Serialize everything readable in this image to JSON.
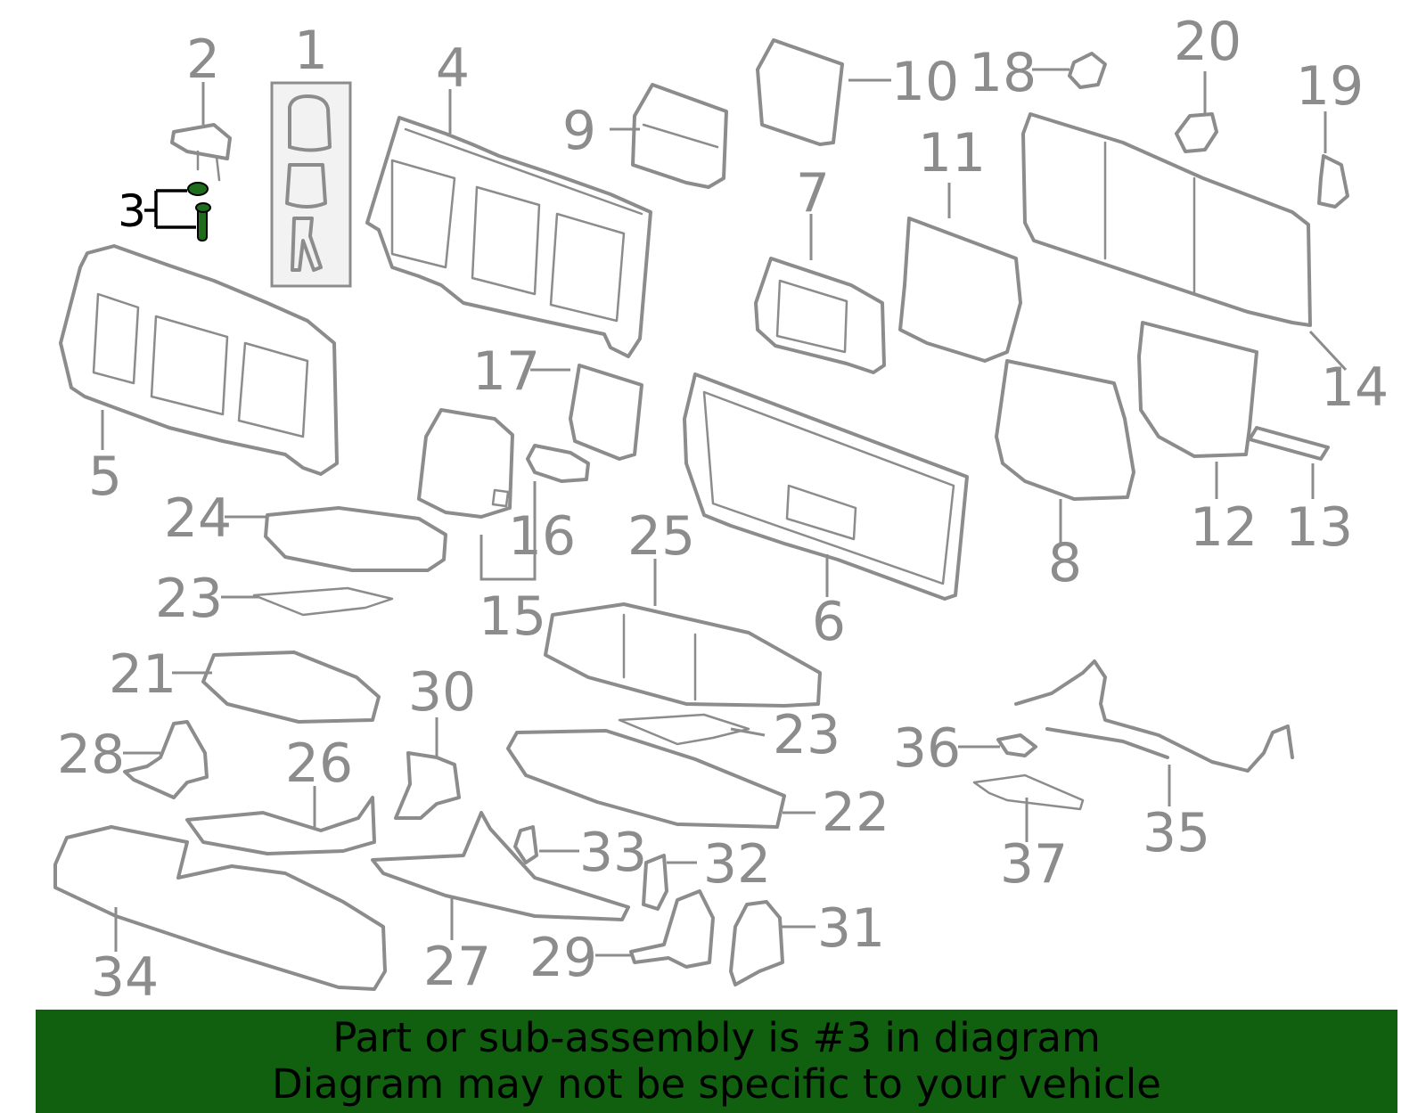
{
  "diagram": {
    "labels": [
      {
        "id": "1",
        "text": "1"
      },
      {
        "id": "2",
        "text": "2"
      },
      {
        "id": "3",
        "text": "3"
      },
      {
        "id": "4",
        "text": "4"
      },
      {
        "id": "5",
        "text": "5"
      },
      {
        "id": "6",
        "text": "6"
      },
      {
        "id": "7",
        "text": "7"
      },
      {
        "id": "8",
        "text": "8"
      },
      {
        "id": "9",
        "text": "9"
      },
      {
        "id": "10",
        "text": "10"
      },
      {
        "id": "11",
        "text": "11"
      },
      {
        "id": "12",
        "text": "12"
      },
      {
        "id": "13",
        "text": "13"
      },
      {
        "id": "14",
        "text": "14"
      },
      {
        "id": "15",
        "text": "15"
      },
      {
        "id": "16",
        "text": "16"
      },
      {
        "id": "17",
        "text": "17"
      },
      {
        "id": "18",
        "text": "18"
      },
      {
        "id": "19",
        "text": "19"
      },
      {
        "id": "20",
        "text": "20"
      },
      {
        "id": "21",
        "text": "21"
      },
      {
        "id": "22",
        "text": "22"
      },
      {
        "id": "23a",
        "text": "23"
      },
      {
        "id": "23b",
        "text": "23"
      },
      {
        "id": "24",
        "text": "24"
      },
      {
        "id": "25",
        "text": "25"
      },
      {
        "id": "26",
        "text": "26"
      },
      {
        "id": "27",
        "text": "27"
      },
      {
        "id": "28",
        "text": "28"
      },
      {
        "id": "29",
        "text": "29"
      },
      {
        "id": "30",
        "text": "30"
      },
      {
        "id": "31",
        "text": "31"
      },
      {
        "id": "32",
        "text": "32"
      },
      {
        "id": "33",
        "text": "33"
      },
      {
        "id": "34",
        "text": "34"
      },
      {
        "id": "35",
        "text": "35"
      },
      {
        "id": "36",
        "text": "36"
      },
      {
        "id": "37",
        "text": "37"
      }
    ],
    "highlighted_part": "3",
    "colors": {
      "part_stroke": "#8c8c8c",
      "highlight_fill": "#1d6d1d",
      "banner_bg": "#106010"
    }
  },
  "banner": {
    "line1": "Part or sub-assembly is #3 in diagram",
    "line2": "Diagram may not be specific to your vehicle"
  }
}
